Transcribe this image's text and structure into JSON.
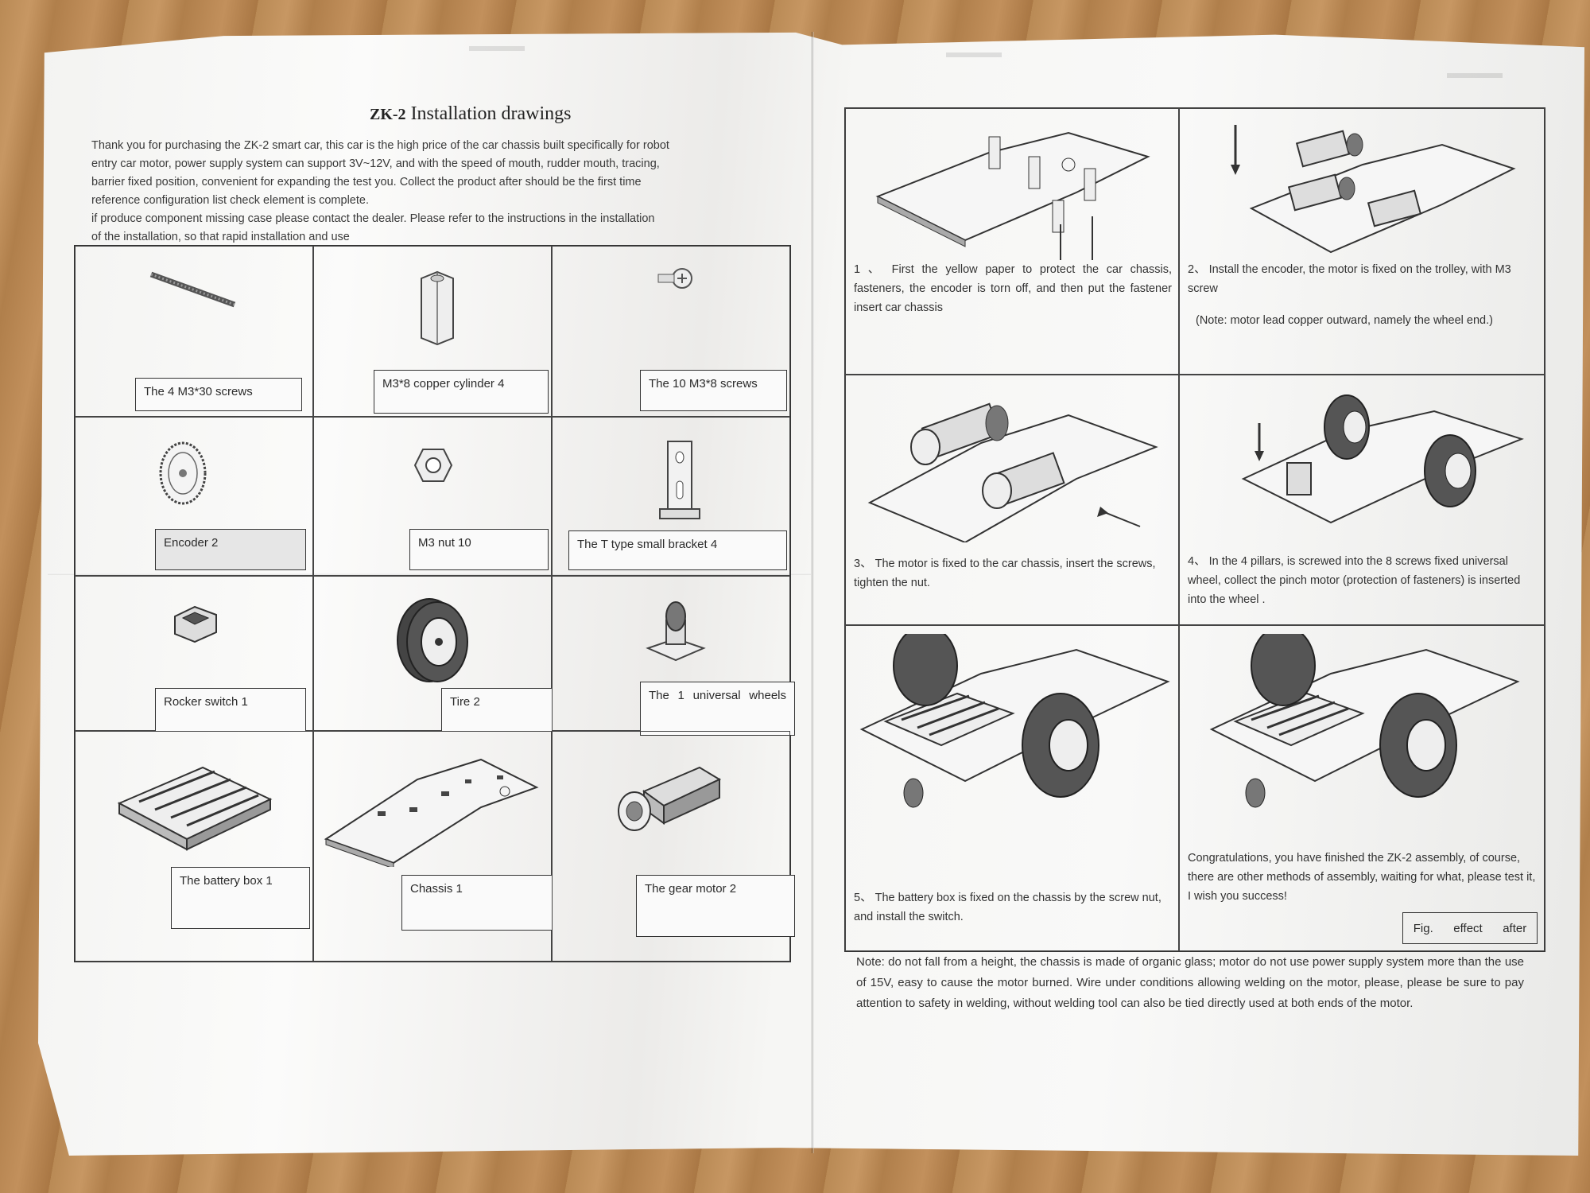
{
  "left_page": {
    "title_prefix": "ZK-2",
    "title": "Installation drawings",
    "intro_lines": [
      "Thank you for purchasing the ZK-2 smart car, this car is the high price of the car chassis built specifically for robot",
      "entry car motor, power supply system can support 3V~12V, and with the speed of mouth, rudder mouth, tracing,",
      "barrier fixed position, convenient for expanding the test you. Collect the product after should be the first time",
      "reference configuration list check element is complete.",
      "if produce component missing case please contact the dealer. Please refer to the  instructions in the installation",
      "of the installation, so that rapid installation and use"
    ],
    "parts": [
      {
        "label": "The 4 M3*30 screws",
        "icon": "long-screw-icon"
      },
      {
        "label": "M3*8 copper cylinder 4",
        "icon": "copper-cylinder-icon"
      },
      {
        "label": "The 10 M3*8 screws",
        "icon": "short-screw-icon"
      },
      {
        "label": "Encoder 2",
        "icon": "encoder-disc-icon"
      },
      {
        "label": "M3 nut 10",
        "icon": "hex-nut-icon"
      },
      {
        "label": "The T type small bracket 4",
        "icon": "t-bracket-icon"
      },
      {
        "label": "Rocker switch 1",
        "icon": "rocker-switch-icon"
      },
      {
        "label": "Tire 2",
        "icon": "tire-icon"
      },
      {
        "label": "The  1  universal wheels",
        "icon": "universal-wheel-icon"
      },
      {
        "label": "The battery box 1",
        "icon": "battery-box-icon"
      },
      {
        "label": "Chassis 1",
        "icon": "chassis-plate-icon"
      },
      {
        "label": "The gear motor 2",
        "icon": "gear-motor-icon"
      }
    ]
  },
  "right_page": {
    "steps": [
      {
        "text": "1 、  First the yellow paper to protect the car chassis, fasteners, the encoder is torn off, and then put the fastener  insert car chassis",
        "icon": "step1-chassis-fasteners-icon"
      },
      {
        "text": "2、 Install the encoder, the motor is fixed on the trolley, with M3 screw",
        "note": "(Note: motor lead copper outward, namely the wheel end.)",
        "icon": "step2-motor-encoder-icon"
      },
      {
        "text": "3、 The motor is fixed to the car chassis, insert the screws, tighten the nut.",
        "icon": "step3-motor-chassis-icon"
      },
      {
        "text": "4、 In the 4 pillars, is screwed into the 8 screws fixed universal wheel, collect the pinch motor (protection of fasteners) is inserted into the wheel .",
        "icon": "step4-pillars-wheel-icon"
      },
      {
        "text": "5、 The battery box is fixed on the chassis by the screw nut, and install the switch.",
        "icon": "step5-battery-box-icon"
      },
      {
        "text": "Congratulations, you have finished the ZK-2 assembly, of course, there are other methods of assembly, waiting for what, please test it, I wish you success!",
        "icon": "finished-car-icon"
      }
    ],
    "fig_label": [
      "Fig.",
      "effect",
      "after"
    ],
    "note": "Note: do not fall from a height, the chassis is made of organic glass; motor do not use power supply system more than the use of 15V, easy to cause the motor burned. Wire under conditions allowing welding on the motor, please, please be sure to pay attention to safety in welding, without welding tool can also be tied directly used at both ends of the motor."
  }
}
